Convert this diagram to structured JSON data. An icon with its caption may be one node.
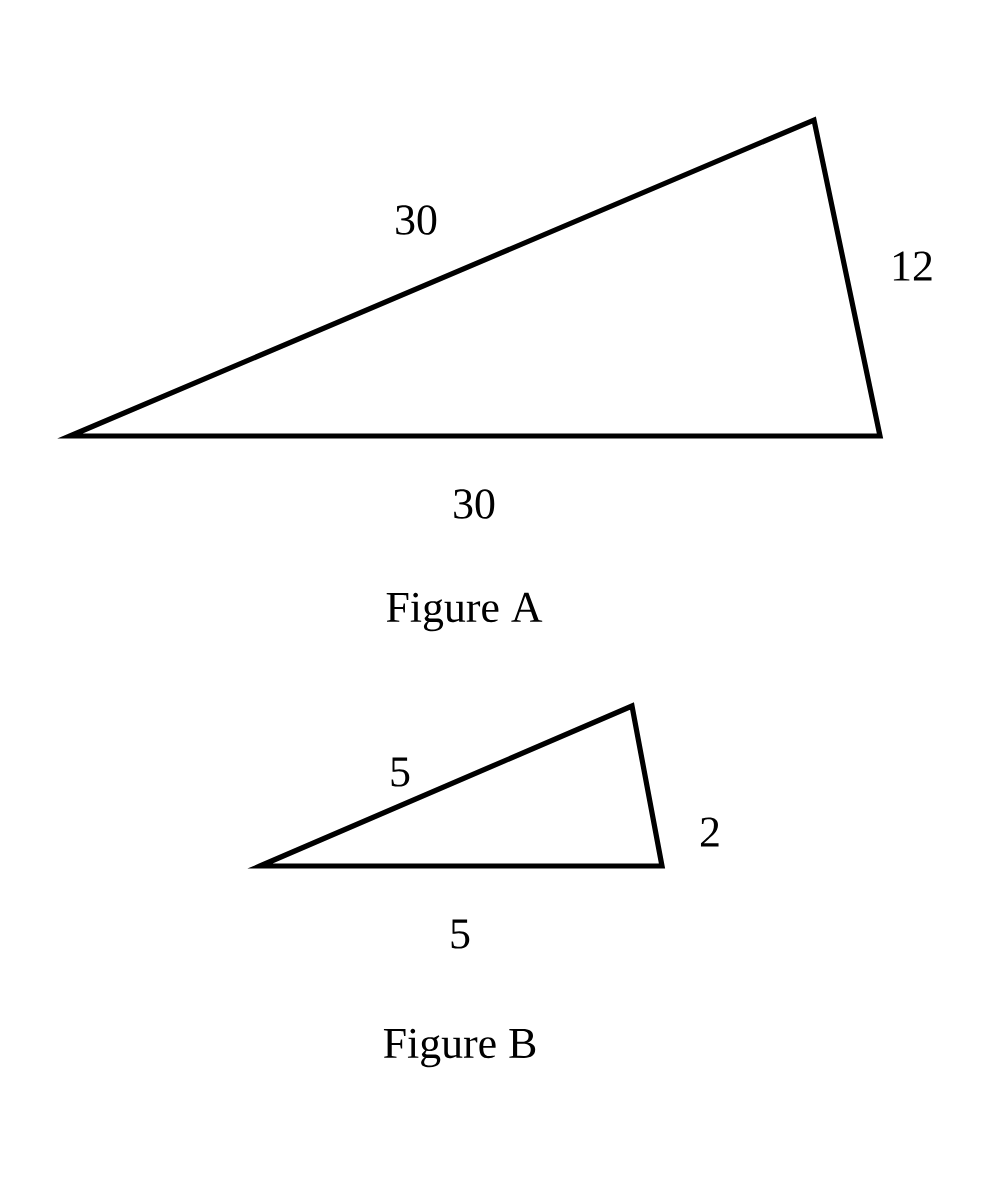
{
  "diagram": {
    "labels": [
      "30",
      "12",
      "30",
      "Figure A",
      "5",
      "2",
      "5",
      "Figure B"
    ]
  }
}
